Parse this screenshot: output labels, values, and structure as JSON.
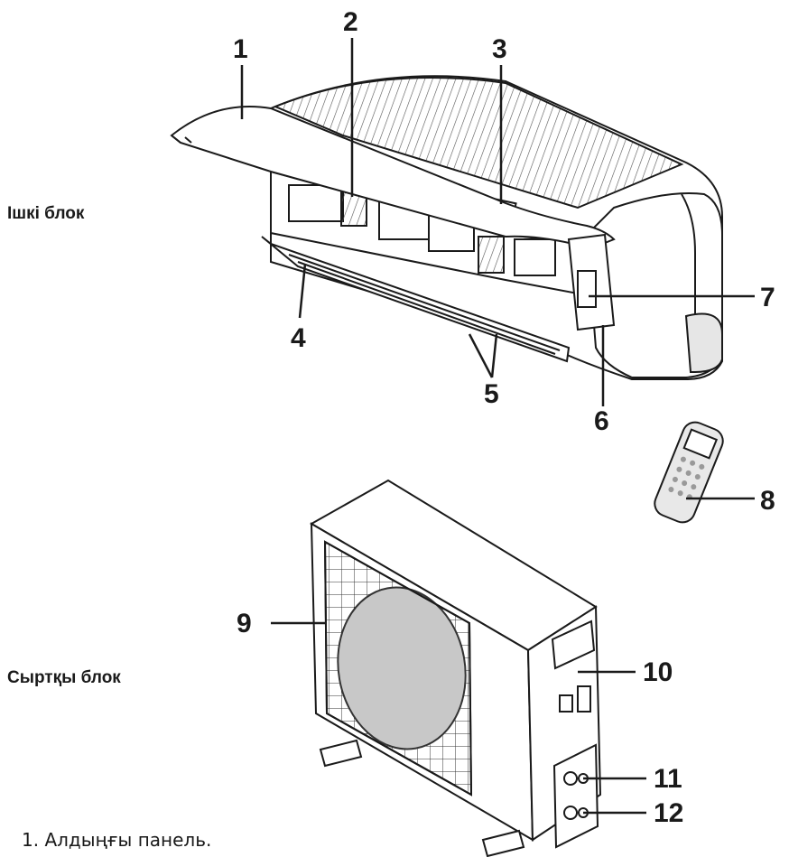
{
  "labels": {
    "indoor_unit": "Ішкі блок",
    "outdoor_unit": "Сыртқы блок"
  },
  "callouts": [
    "1",
    "2",
    "3",
    "4",
    "5",
    "6",
    "7",
    "8",
    "9",
    "10",
    "11",
    "12"
  ],
  "legend": {
    "item_1": "1. Алдыңғы панель."
  }
}
